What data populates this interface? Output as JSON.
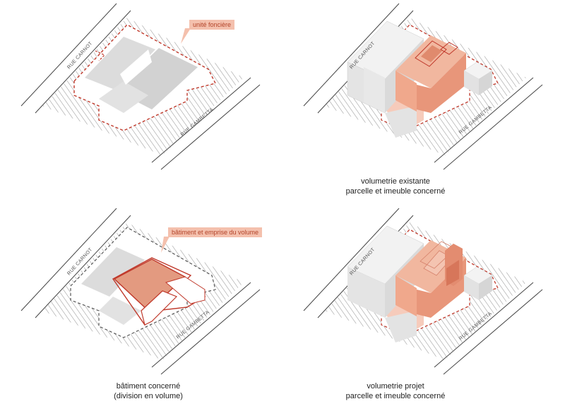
{
  "panels": {
    "top_left": {
      "callout": "unité foncière",
      "street_a": "RUE CARNOT",
      "street_b": "RUE GAMBETTA"
    },
    "top_right": {
      "street_a": "RUE CARNOT",
      "street_b": "RUE GAMBETTA",
      "caption_line1": "volumetrie existante",
      "caption_line2": "parcelle et imeuble concerné"
    },
    "bottom_left": {
      "callout": "bâtiment et emprise du volume",
      "street_a": "RUE CARNOT",
      "street_b": "RUE GAMBETTA",
      "caption_line1": "bâtiment concerné",
      "caption_line2": "(division en volume)"
    },
    "bottom_right": {
      "street_a": "RUE CARNOT",
      "street_b": "RUE GAMBETTA",
      "caption_line1": "volumetrie projet",
      "caption_line2": "parcelle et imeuble concerné"
    }
  },
  "colors": {
    "accent": "#c0392b",
    "accent_fill": "#e8a08a",
    "accent_light": "#f6cbbb",
    "building_grey": "#d9d9d9",
    "hatch": "#9a9a9a"
  }
}
